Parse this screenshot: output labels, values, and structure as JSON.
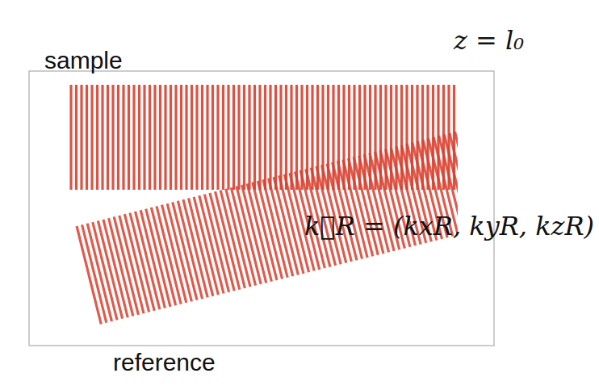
{
  "diagram": {
    "labels": [
      "sample",
      "z = l₀",
      "k⃗R = (kxR, kyR, kzR)",
      "reference"
    ]
  }
}
